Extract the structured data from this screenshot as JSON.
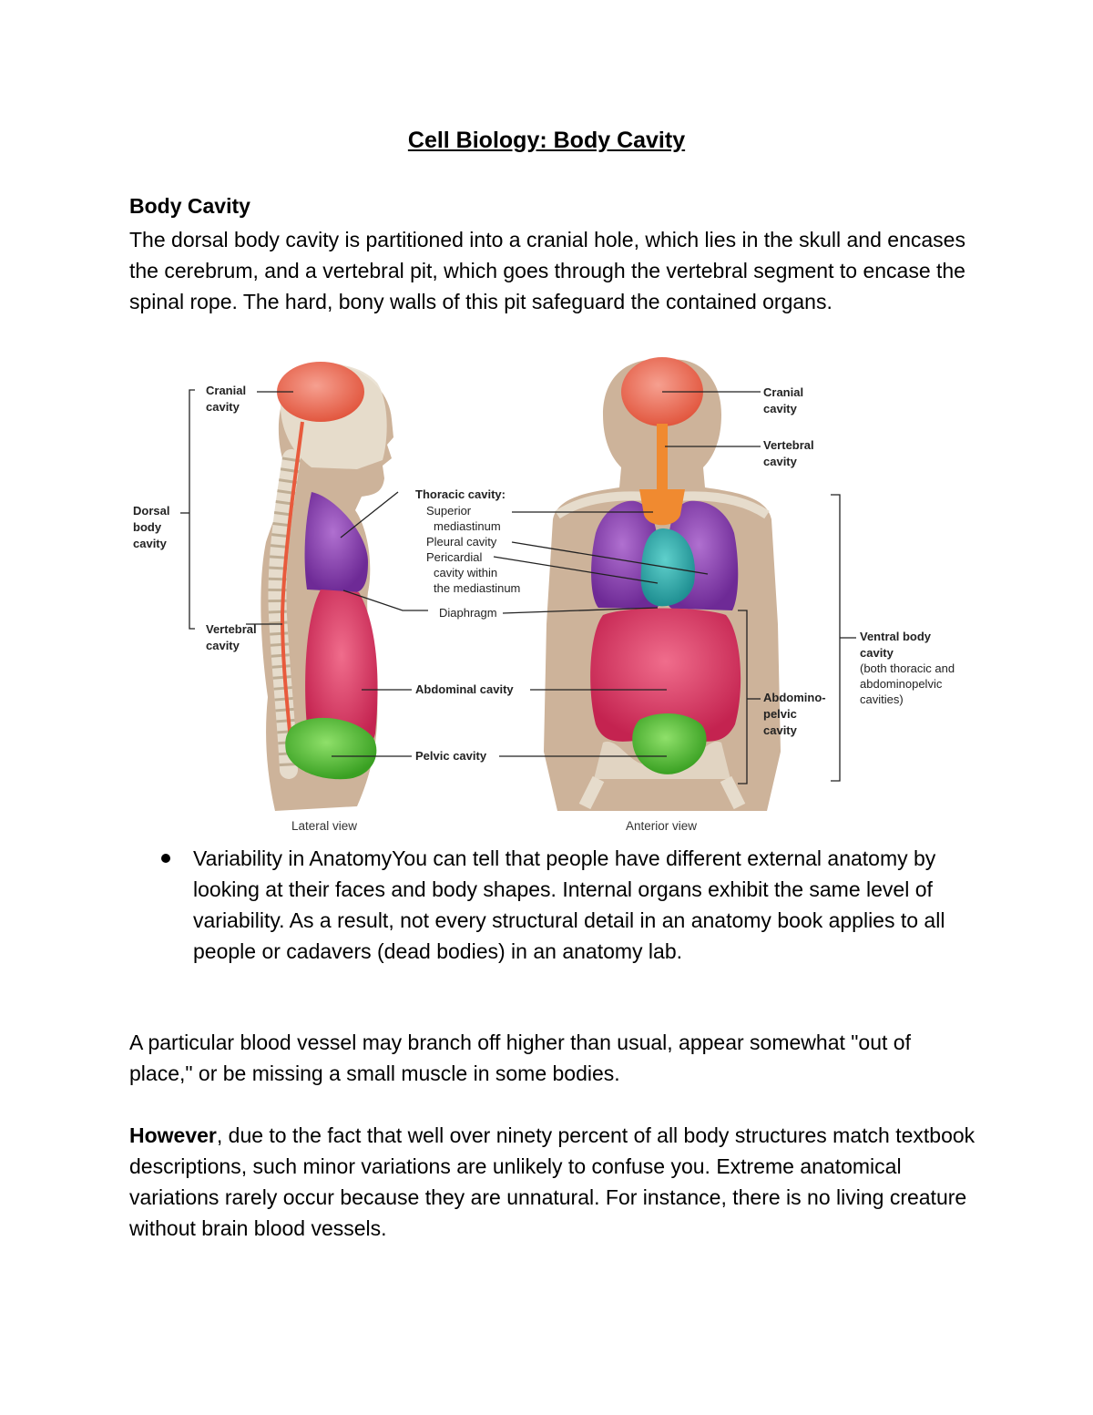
{
  "document": {
    "title": "Cell Biology: Body Cavity",
    "section_heading": "Body Cavity",
    "paragraph1": "The dorsal body cavity is partitioned into a cranial hole, which lies in the skull and encases the cerebrum, and a vertebral pit, which goes through the vertebral segment to encase the spinal rope. The hard, bony walls of this pit safeguard the contained organs.",
    "bullet1": "Variability in AnatomyYou can tell that people have different external anatomy by looking at their faces and body shapes. Internal organs exhibit the same level of variability. As a result, not every structural detail in an anatomy book applies to all people or cadavers (dead bodies) in an anatomy lab.",
    "paragraph2": "A particular blood vessel may branch off higher than usual, appear somewhat \"out of place,\" or be missing a small muscle in some bodies.",
    "paragraph3_bold": "However",
    "paragraph3_rest": ", due to the fact that well over ninety percent of all body structures match textbook descriptions, such minor variations are unlikely to confuse you. Extreme anatomical variations rarely occur because they are unnatural. For instance, there is no living creature without brain blood vessels."
  },
  "figure": {
    "lateral": {
      "cranial_1": "Cranial",
      "cranial_2": "cavity",
      "dorsal_1": "Dorsal",
      "dorsal_2": "body",
      "dorsal_3": "cavity",
      "vertebral_1": "Vertebral",
      "vertebral_2": "cavity",
      "caption": "Lateral view"
    },
    "center": {
      "thoracic": "Thoracic cavity:",
      "superior_1": "Superior",
      "superior_2": "mediastinum",
      "pleural": "Pleural cavity",
      "pericardial_1": "Pericardial",
      "pericardial_2": "cavity within",
      "pericardial_3": "the mediastinum",
      "diaphragm": "Diaphragm",
      "abdominal": "Abdominal cavity",
      "pelvic": "Pelvic cavity"
    },
    "anterior": {
      "cranial_1": "Cranial",
      "cranial_2": "cavity",
      "vertebral_1": "Vertebral",
      "vertebral_2": "cavity",
      "abdomino_1": "Abdomino-",
      "abdomino_2": "pelvic",
      "abdomino_3": "cavity",
      "ventral_1": "Ventral body",
      "ventral_2": "cavity",
      "ventral_3": "(both thoracic and",
      "ventral_4": "abdominopelvic",
      "ventral_5": "cavities)",
      "caption": "Anterior view"
    },
    "colors": {
      "body": "#c8ab92",
      "bone": "#e6dccc",
      "cranial": "#ef7a66",
      "thoracic_pleural": "#8e3fb0",
      "superior_mediastinum": "#f08a30",
      "pericardial": "#2aaeae",
      "abdominal": "#d93a66",
      "pelvic": "#55c43a",
      "spinal_cord": "#e85a3c"
    }
  }
}
